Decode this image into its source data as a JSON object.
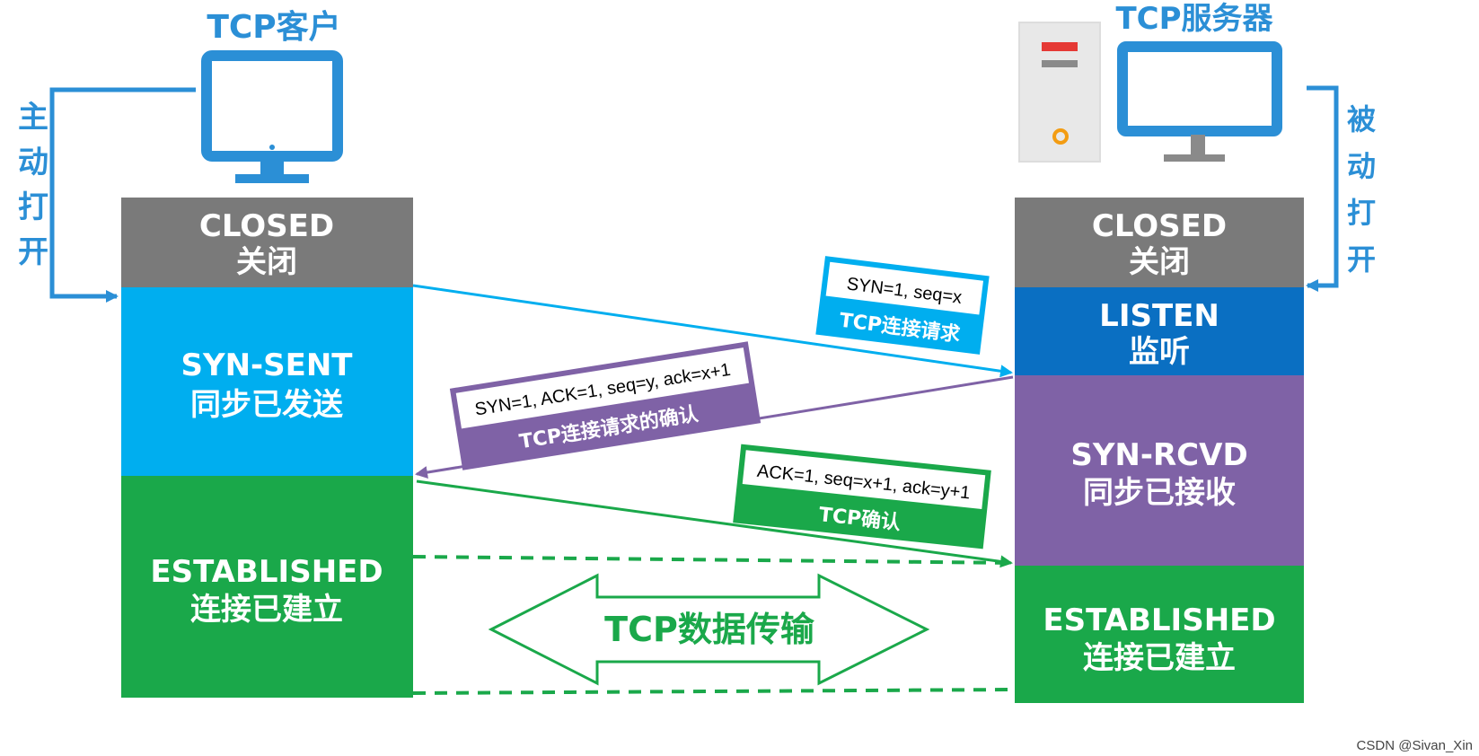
{
  "client": {
    "title": "TCP客户",
    "side_label": [
      "主",
      "动",
      "打",
      "开"
    ],
    "states": [
      {
        "en": "CLOSED",
        "zh": "关闭",
        "color": "#7a7a7a"
      },
      {
        "en": "SYN-SENT",
        "zh": "同步已发送",
        "color": "#00aeef"
      },
      {
        "en": "ESTABLISHED",
        "zh": "连接已建立",
        "color": "#1aa84a"
      }
    ]
  },
  "server": {
    "title": "TCP服务器",
    "side_label": [
      "被",
      "动",
      "打",
      "开"
    ],
    "states": [
      {
        "en": "CLOSED",
        "zh": "关闭",
        "color": "#7a7a7a"
      },
      {
        "en": "LISTEN",
        "zh": "监听",
        "color": "#0a6fc2"
      },
      {
        "en": "SYN-RCVD",
        "zh": "同步已接收",
        "color": "#7f62a6"
      },
      {
        "en": "ESTABLISHED",
        "zh": "连接已建立",
        "color": "#1aa84a"
      }
    ]
  },
  "messages": [
    {
      "fields": "SYN=1, seq=x",
      "desc": "TCP连接请求",
      "color": "#00aeef"
    },
    {
      "fields": "SYN=1,  ACK=1,  seq=y, ack=x+1",
      "desc": "TCP连接请求的确认",
      "color": "#7f62a6"
    },
    {
      "fields": "ACK=1,  seq=x+1, ack=y+1",
      "desc": "TCP确认",
      "color": "#1aa84a"
    }
  ],
  "transfer_label": "TCP数据传输",
  "watermark": "CSDN @Sivan_Xin",
  "colors": {
    "blue_line": "#2b8fd6",
    "server_gray": "#e8e8e8",
    "server_red": "#e53935",
    "server_orange": "#f39c12"
  }
}
